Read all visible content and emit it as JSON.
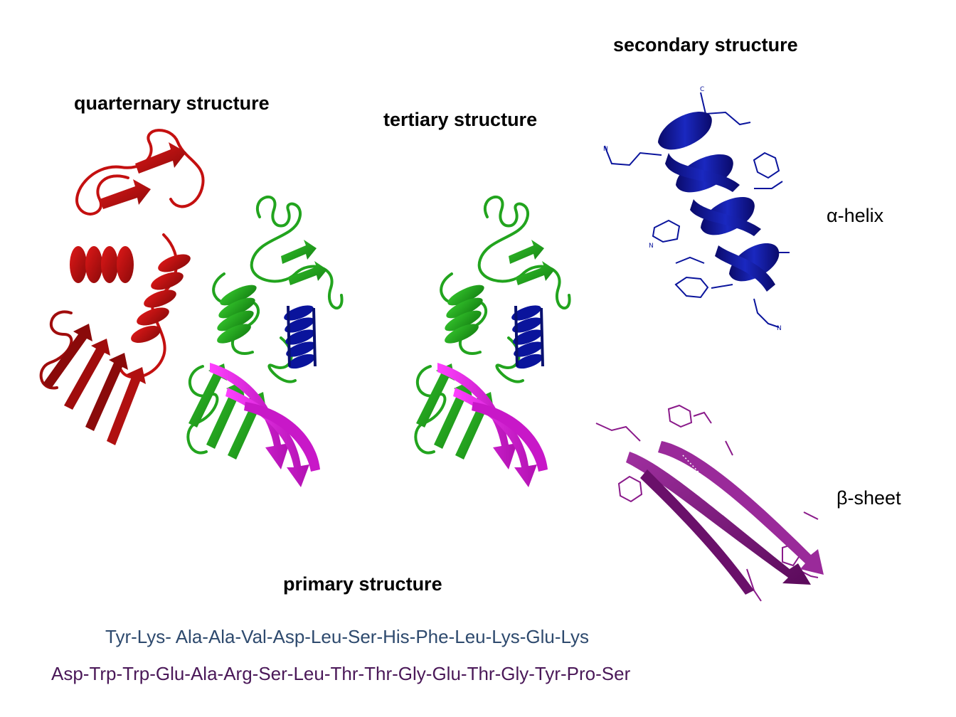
{
  "labels": {
    "quaternary": "quarternary structure",
    "tertiary": "tertiary structure",
    "secondary": "secondary structure",
    "primary": "primary structure",
    "helix": "α-helix",
    "sheet": "β-sheet"
  },
  "sequence": {
    "line1": "Tyr-Lys- Ala-Ala-Val-Asp-Leu-Ser-His-Phe-Leu-Lys-Glu-Lys",
    "line2": "Asp-Trp-Trp-Glu-Ala-Arg-Ser-Leu-Thr-Thr-Gly-Glu-Thr-Gly-Tyr-Pro-Ser"
  },
  "colors": {
    "red_chain": "#c41010",
    "green_chain": "#22a41e",
    "blue_helix": "#0a149c",
    "magenta_sheet": "#e020e0",
    "purple_sheet": "#8a1a8a",
    "seq_line1": "#2e4a6e",
    "seq_line2": "#4a1858"
  }
}
